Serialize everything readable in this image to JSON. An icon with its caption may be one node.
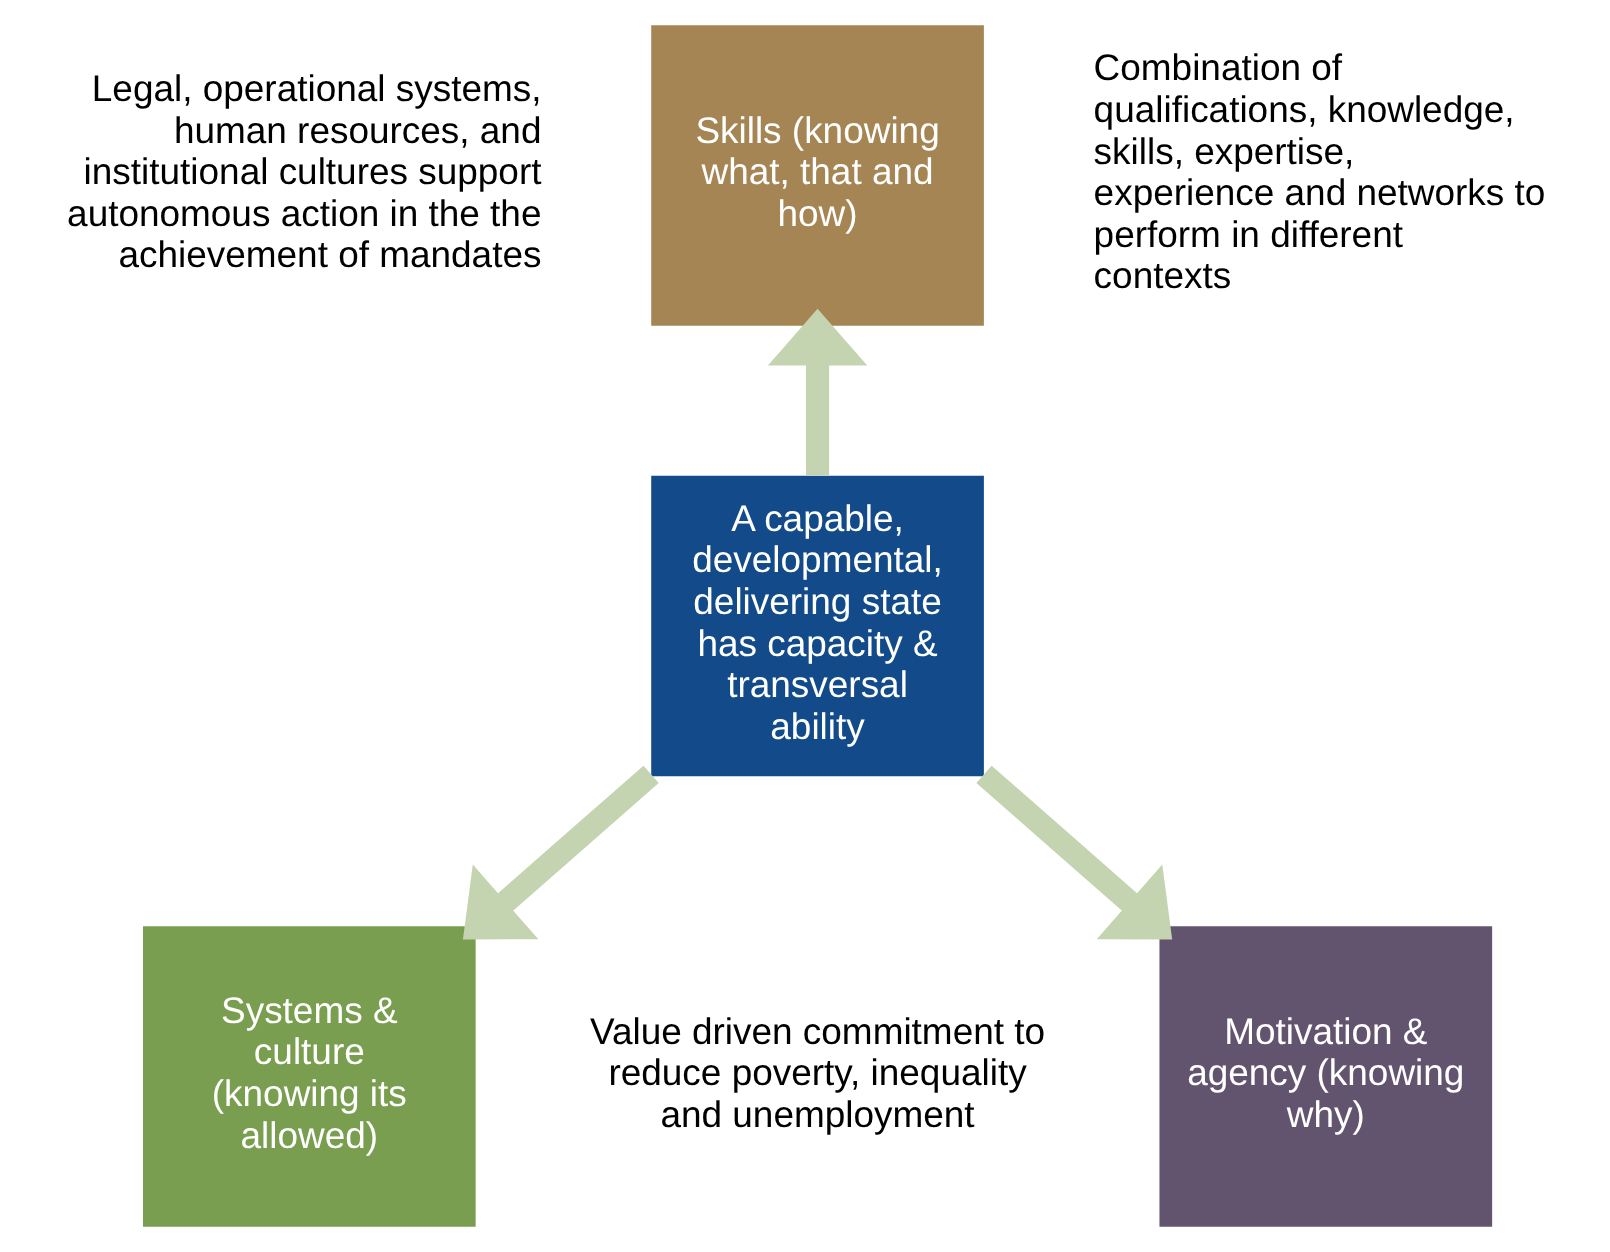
{
  "diagram": {
    "nodes": [
      {
        "text": [
          "Skills (knowing what, that and how)"
        ]
      },
      {
        "text": [
          "A capable, developmental, delivering state has capacity & transversal ability"
        ]
      },
      {
        "text": [
          "Systems & culture (knowing its allowed)"
        ]
      },
      {
        "text": [
          "Motivation & agency (knowing why)"
        ]
      }
    ],
    "edges": [
      {
        "from": 1,
        "to": 0,
        "arrow": "to"
      },
      {
        "from": 1,
        "to": 2,
        "arrow": "to"
      },
      {
        "from": 1,
        "to": 3,
        "arrow": "to"
      }
    ],
    "labels": [
      "Legal, operational systems, human resources, and institutional cultures support autonomous action in the the achievement of mandates",
      "Combination of qualifications, knowledge, skills, expertise, experience and networks to perform in different contexts",
      "Value driven commitment to reduce poverty, inequality and unemployment"
    ]
  }
}
